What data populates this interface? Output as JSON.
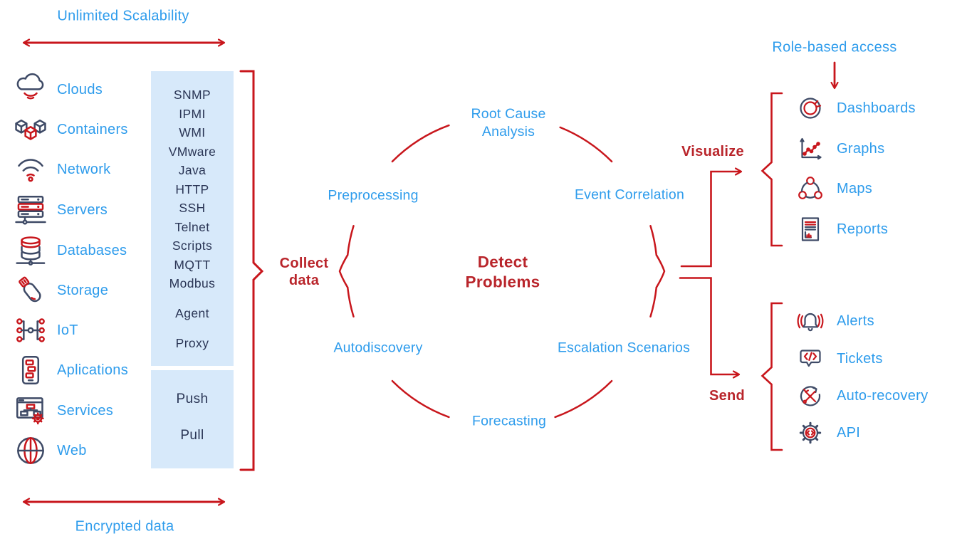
{
  "labels": {
    "unlimited_scalability": "Unlimited Scalability",
    "encrypted_data": "Encrypted data",
    "role_based_access": "Role-based access",
    "collect_line1": "Collect",
    "collect_line2": "data",
    "visualize": "Visualize",
    "send": "Send"
  },
  "sources": [
    {
      "icon": "clouds-icon",
      "label": "Clouds"
    },
    {
      "icon": "containers-icon",
      "label": "Containers"
    },
    {
      "icon": "network-icon",
      "label": "Network"
    },
    {
      "icon": "servers-icon",
      "label": "Servers"
    },
    {
      "icon": "databases-icon",
      "label": "Databases"
    },
    {
      "icon": "storage-icon",
      "label": "Storage"
    },
    {
      "icon": "iot-icon",
      "label": "IoT"
    },
    {
      "icon": "applications-icon",
      "label": "Aplications"
    },
    {
      "icon": "services-icon",
      "label": "Services"
    },
    {
      "icon": "web-icon",
      "label": "Web"
    }
  ],
  "protocols": {
    "list": [
      "SNMP",
      "IPMI",
      "WMI",
      "VMware",
      "Java",
      "HTTP",
      "SSH",
      "Telnet",
      "Scripts",
      "MQTT",
      "Modbus"
    ],
    "agent": "Agent",
    "proxy": "Proxy",
    "push": "Push",
    "pull": "Pull"
  },
  "circle": {
    "center_line1": "Detect",
    "center_line2": "Problems",
    "root_cause_line1": "Root Cause",
    "root_cause_line2": "Analysis",
    "preprocessing": "Preprocessing",
    "event_correlation": "Event Correlation",
    "autodiscovery": "Autodiscovery",
    "escalation_scenarios": "Escalation Scenarios",
    "forecasting": "Forecasting"
  },
  "visualize_items": [
    {
      "icon": "dashboards-icon",
      "label": "Dashboards"
    },
    {
      "icon": "graphs-icon",
      "label": "Graphs"
    },
    {
      "icon": "maps-icon",
      "label": "Maps"
    },
    {
      "icon": "reports-icon",
      "label": "Reports"
    }
  ],
  "send_items": [
    {
      "icon": "alerts-icon",
      "label": "Alerts"
    },
    {
      "icon": "tickets-icon",
      "label": "Tickets"
    },
    {
      "icon": "auto-recovery-icon",
      "label": "Auto-recovery"
    },
    {
      "icon": "api-icon",
      "label": "API"
    }
  ],
  "colors": {
    "blue_label": "#2E9CEC",
    "red_line": "#C8161C",
    "dark_red_text": "#B9252B",
    "navy_icon": "#3E4A66",
    "navy_text": "#2A3555",
    "protocol_box_bg": "#D7E9FA"
  }
}
